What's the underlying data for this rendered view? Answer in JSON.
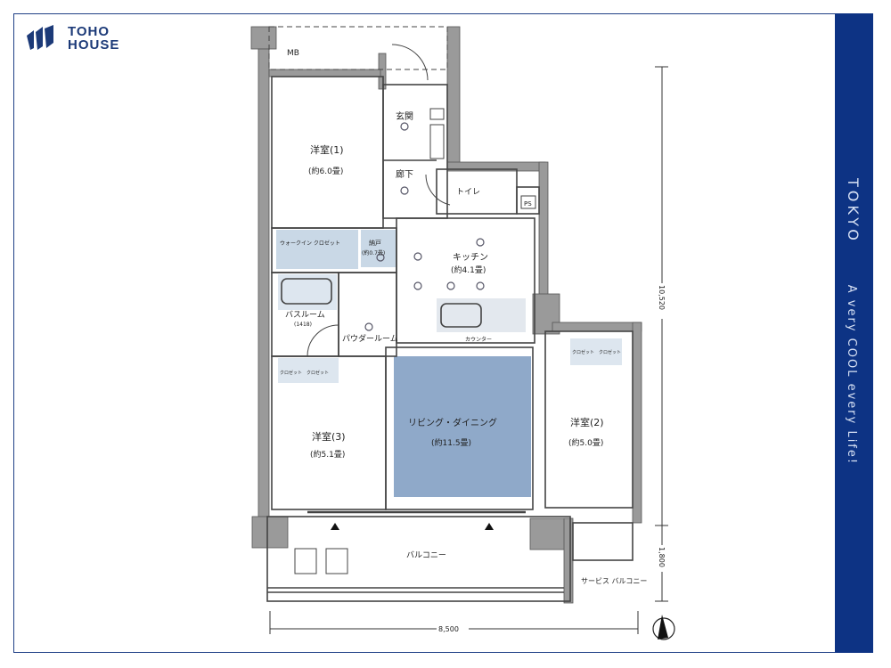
{
  "brand": {
    "line1": "TOHO",
    "line2": "HOUSE"
  },
  "side_band": {
    "city": "TOKYO",
    "tagline": "A very COOL every Life!"
  },
  "colors": {
    "navy": "#0d3384",
    "room_blue": "#8fa9c9",
    "wall": "#9a9a9a"
  },
  "plan": {
    "rooms": {
      "mb": "MB",
      "western1": {
        "name": "洋室(1)",
        "size": "(約6.0畳)"
      },
      "entrance": "玄関",
      "hallway": "廊下",
      "toilet": "トイレ",
      "walkin": "ウォークイン クロゼット",
      "storage": {
        "name": "納戸",
        "size": "(約0.7畳)"
      },
      "kitchen": {
        "name": "キッチン",
        "size": "(約4.1畳)"
      },
      "bath": {
        "name": "バスルーム",
        "size": "(1418)"
      },
      "powder": "パウダールーム",
      "closet3": [
        "クロゼット",
        "クロゼット"
      ],
      "western3": {
        "name": "洋室(3)",
        "size": "(約5.1畳)"
      },
      "living": {
        "name": "リビング・ダイニング",
        "size": "(約11.5畳)"
      },
      "closet2": [
        "クロゼット",
        "クロゼット"
      ],
      "western2": {
        "name": "洋室(2)",
        "size": "(約5.0畳)"
      },
      "balcony": "バルコニー",
      "service_balcony": "サービス バルコニー",
      "ps": "PS",
      "counter": "カウンター"
    },
    "dimensions": {
      "height_main": "10,520",
      "height_balcony": "1,800",
      "width": "8,500"
    }
  }
}
